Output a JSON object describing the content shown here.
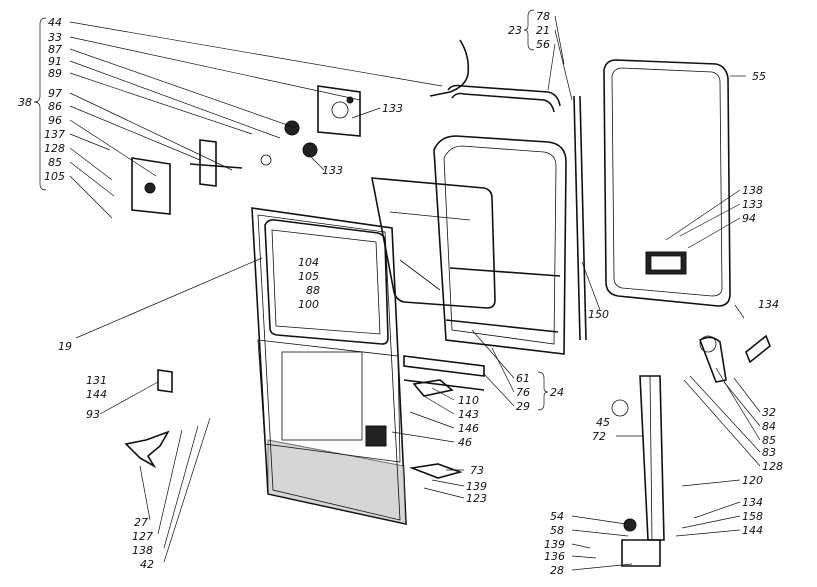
{
  "callouts": {
    "p44": "44",
    "p33": "33",
    "p87": "87",
    "p91": "91",
    "p89": "89",
    "p97": "97",
    "p86": "86",
    "p96": "96",
    "p137": "137",
    "p128a": "128",
    "p85a": "85",
    "p105": "105",
    "g38": "38",
    "p133a": "133",
    "p133b": "133",
    "p78": "78",
    "p21": "21",
    "p56": "56",
    "g23": "23",
    "p55": "55",
    "p138a": "138",
    "p133c": "133",
    "p94": "94",
    "p104": "104",
    "p105b": "105",
    "p88": "88",
    "p100": "100",
    "p19": "19",
    "p150": "150",
    "p134a": "134",
    "p61": "61",
    "p76": "76",
    "p29": "29",
    "g24": "24",
    "p131": "131",
    "p144a": "144",
    "p93": "93",
    "p110": "110",
    "p143": "143",
    "p146": "146",
    "p46": "46",
    "p32": "32",
    "p84": "84",
    "p85b": "85",
    "p83": "83",
    "p45": "45",
    "p72": "72",
    "p128b": "128",
    "p120": "120",
    "p73": "73",
    "p139a": "139",
    "p123": "123",
    "p134b": "134",
    "p158": "158",
    "p144b": "144",
    "p54": "54",
    "p58": "58",
    "p139b": "139",
    "p136": "136",
    "p28": "28",
    "p27": "27",
    "p127": "127",
    "p138b": "138",
    "p42": "42"
  }
}
